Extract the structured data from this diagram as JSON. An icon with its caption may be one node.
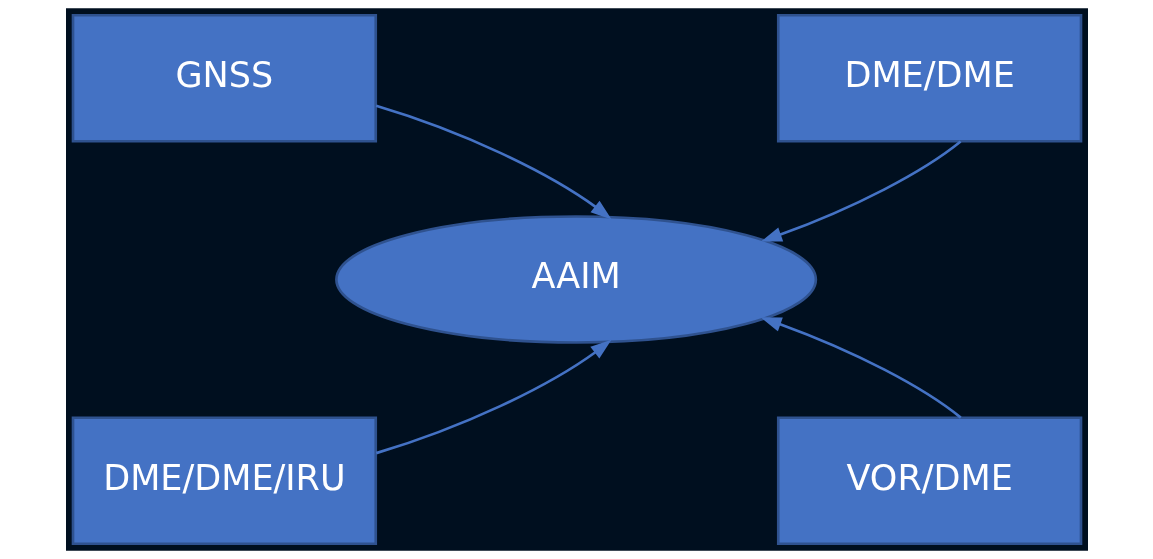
{
  "diagram": {
    "nodes": [
      {
        "text": [
          "GNSS"
        ]
      },
      {
        "text": [
          "DME/DME"
        ]
      },
      {
        "text": [
          "AAIM"
        ]
      },
      {
        "text": [
          "DME/DME/IRU"
        ]
      },
      {
        "text": [
          "VOR/DME"
        ]
      }
    ],
    "edges": [
      {
        "from": 0,
        "to": 2,
        "arrow": "to"
      },
      {
        "from": 1,
        "to": 2,
        "arrow": "to"
      },
      {
        "from": 3,
        "to": 2,
        "arrow": "to"
      },
      {
        "from": 4,
        "to": 2,
        "arrow": "to"
      }
    ]
  }
}
